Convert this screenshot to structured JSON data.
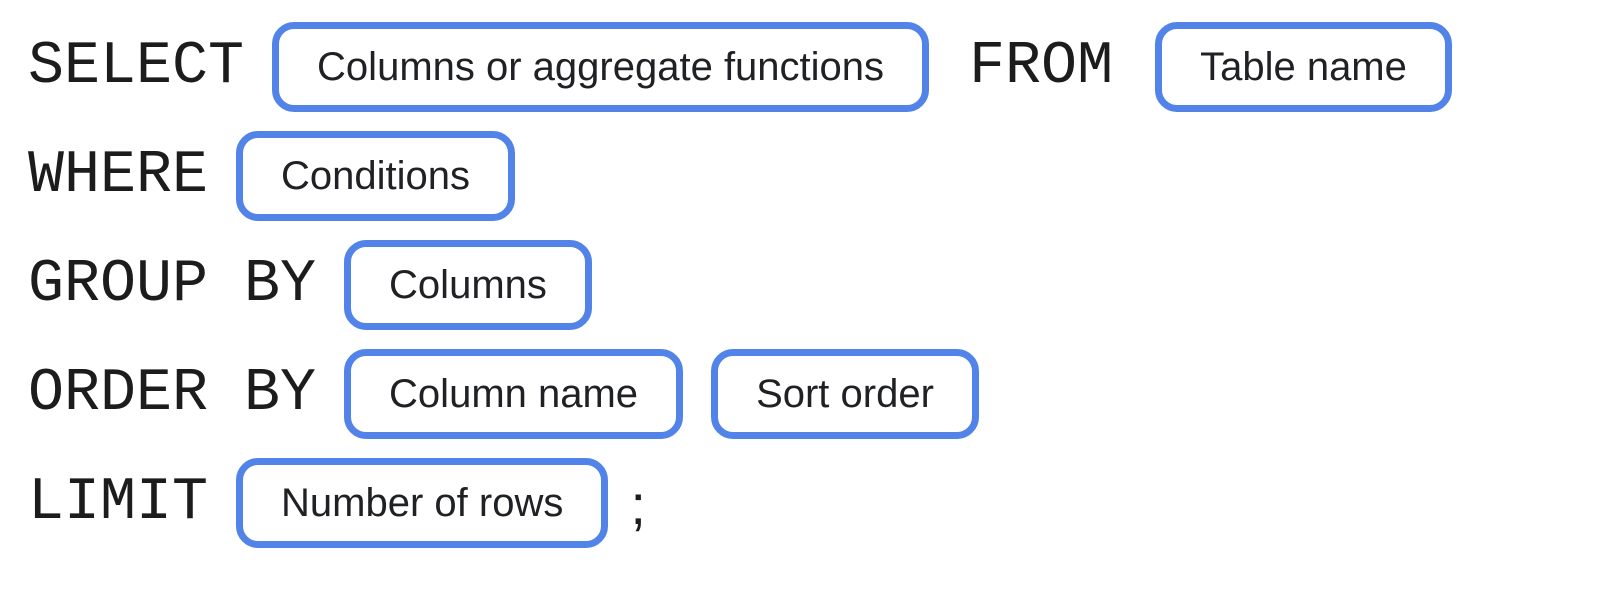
{
  "colors": {
    "box_border": "#5183e8",
    "keyword_text": "#1c1c1c",
    "label_text": "#202124",
    "background": "#ffffff"
  },
  "diagram": {
    "rows": [
      {
        "keyword": "SELECT",
        "box1": "Columns or aggregate functions",
        "keyword2": "FROM",
        "box2": "Table name"
      },
      {
        "keyword": "WHERE",
        "box1": "Conditions"
      },
      {
        "keyword": "GROUP BY",
        "box1": "Columns"
      },
      {
        "keyword": "ORDER BY",
        "box1": "Column name",
        "box2": "Sort order"
      },
      {
        "keyword": "LIMIT",
        "box1": "Number of rows",
        "terminator": ";"
      }
    ]
  }
}
